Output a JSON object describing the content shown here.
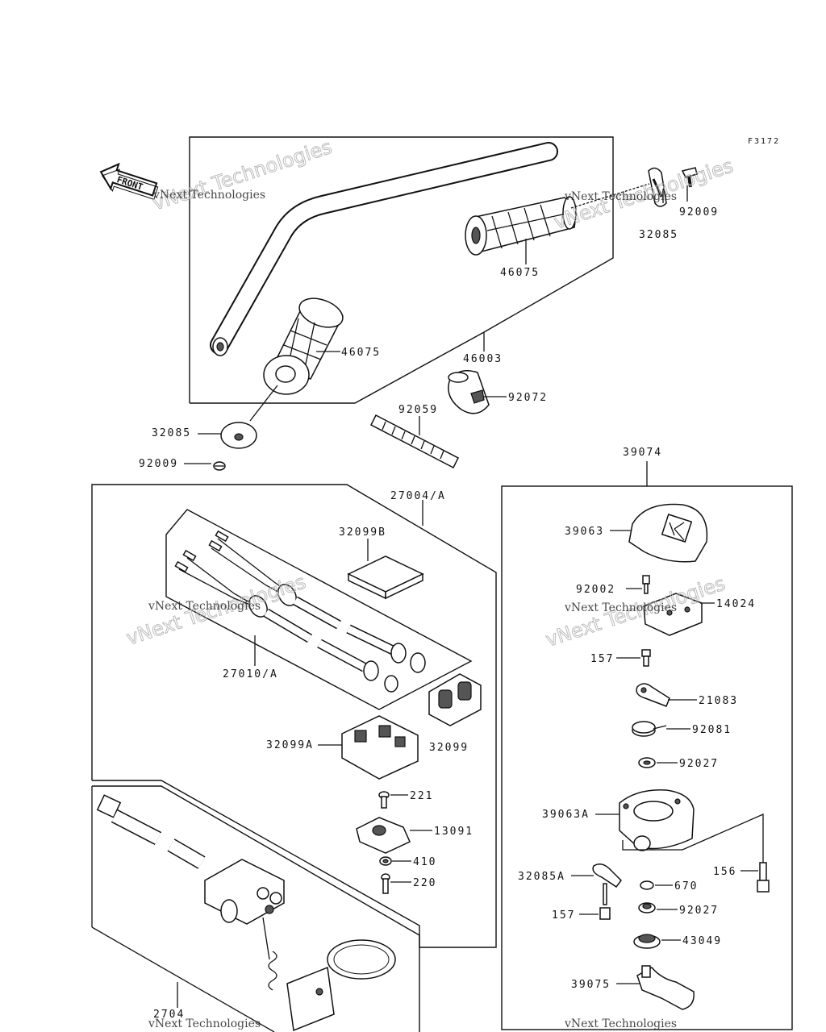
{
  "figure_code": "F3172",
  "front_arrow_label": "FRONT",
  "watermark": {
    "line1": "vNext Technologies",
    "line2": "vNext\nTechnologies"
  },
  "parts": {
    "p46075_right": "46075",
    "p46075_left": "46075",
    "p46003": "46003",
    "p32085_top": "32085",
    "p92009_top": "92009",
    "p32085_left": "32085",
    "p92009_left": "92009",
    "p92059": "92059",
    "p92072": "92072",
    "p27004": "27004/A",
    "p32099B": "32099B",
    "p27010": "27010/A",
    "p32099": "32099",
    "p32099A": "32099A",
    "p221": "221",
    "p13091": "13091",
    "p410": "410",
    "p220": "220",
    "p2704x": "2704",
    "p39074": "39074",
    "p39063": "39063",
    "p92002": "92002",
    "p14024": "14024",
    "p157_a": "157",
    "p21083": "21083",
    "p92081": "92081",
    "p92027_a": "92027",
    "p39063A": "39063A",
    "p156": "156",
    "p32085A": "32085A",
    "p670": "670",
    "p157_b": "157",
    "p92027_b": "92027",
    "p43049": "43049",
    "p39075": "39075"
  },
  "colors": {
    "ink": "#111111",
    "background": "#ffffff",
    "watermark_outline": "#b5b5b5"
  }
}
